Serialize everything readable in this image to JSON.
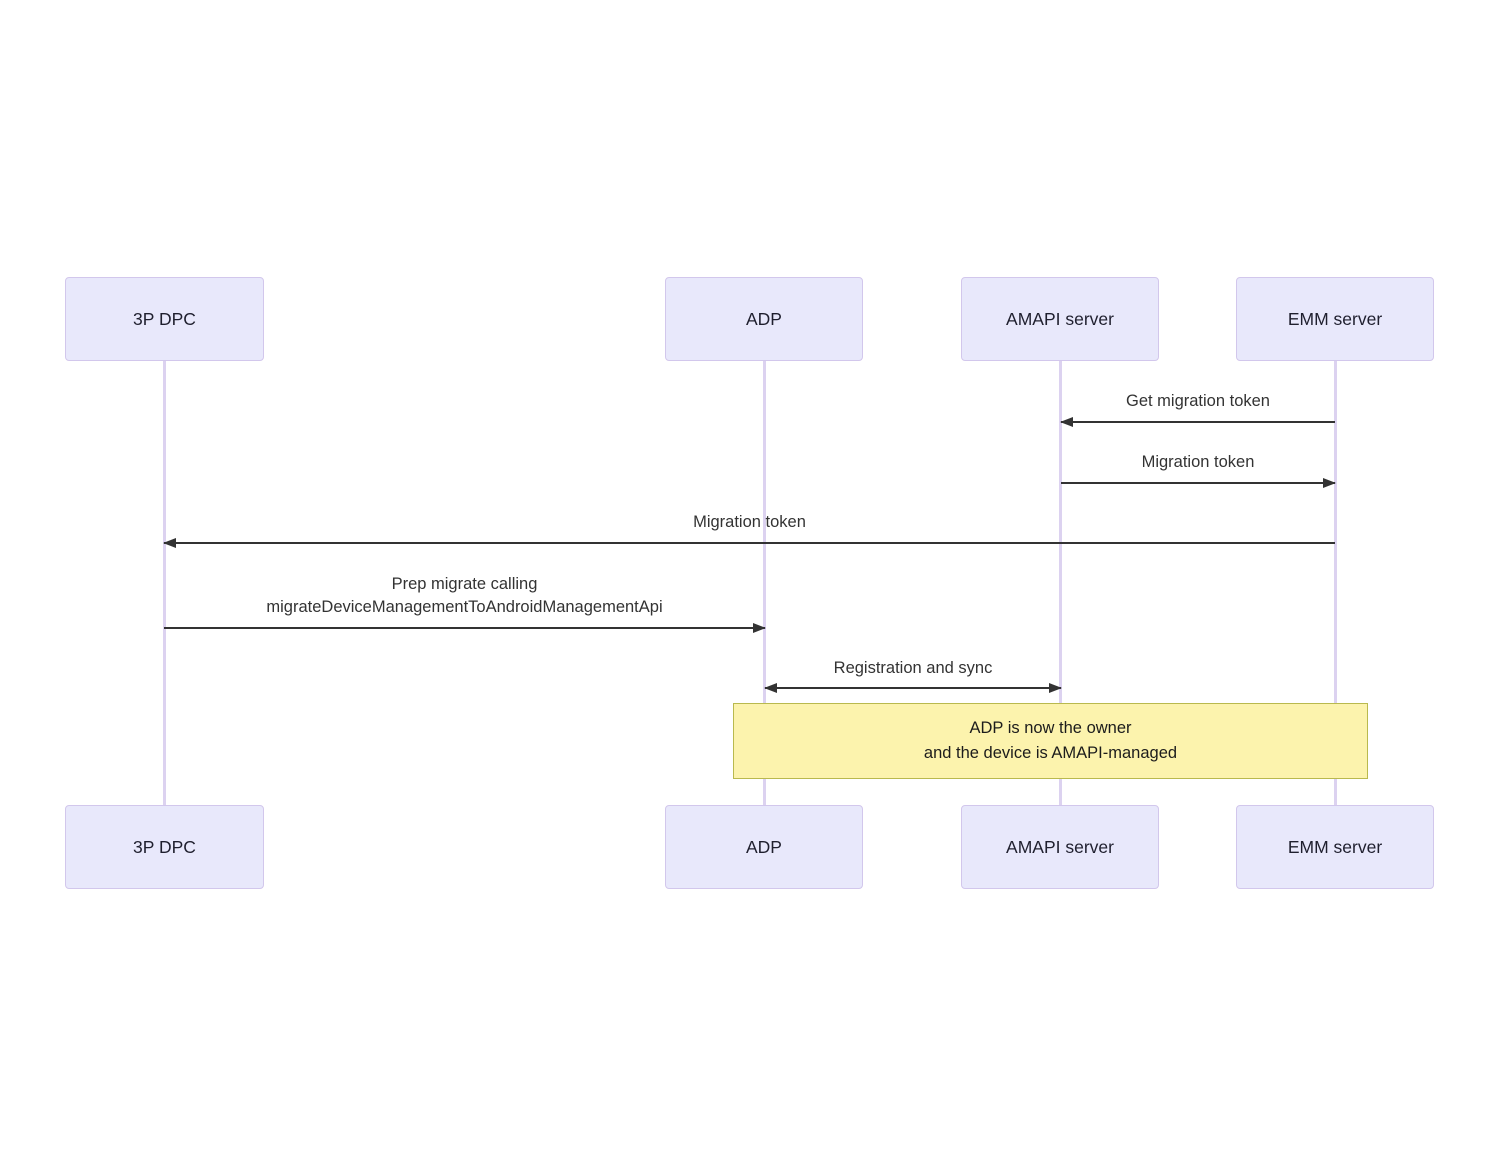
{
  "diagram": {
    "type": "sequence",
    "background": "#ffffff",
    "actors": [
      {
        "id": "3p-dpc",
        "label": "3P DPC"
      },
      {
        "id": "adp",
        "label": "ADP"
      },
      {
        "id": "amapi-server",
        "label": "AMAPI server"
      },
      {
        "id": "emm-server",
        "label": "EMM server"
      }
    ],
    "messages": [
      {
        "from": "EMM server",
        "to": "AMAPI server",
        "direction": "left",
        "label": "Get migration token"
      },
      {
        "from": "AMAPI server",
        "to": "EMM server",
        "direction": "right",
        "label": "Migration token"
      },
      {
        "from": "EMM server",
        "to": "3P DPC",
        "direction": "left",
        "label": "Migration token"
      },
      {
        "from": "3P DPC",
        "to": "ADP",
        "direction": "right",
        "label_line1": "Prep migrate calling",
        "label_line2": "migrateDeviceManagementToAndroidManagementApi"
      },
      {
        "from": "ADP",
        "to": "AMAPI server",
        "direction": "both",
        "label": "Registration and sync"
      }
    ],
    "note": {
      "over": [
        "ADP",
        "EMM server"
      ],
      "line1": "ADP is now the owner",
      "line2": "and the device is AMAPI-managed"
    },
    "colors": {
      "actor_fill": "#e8e8fb",
      "actor_border": "#d2c7ec",
      "lifeline": "#dcd2f0",
      "arrow": "#333333",
      "message_text": "#333333",
      "note_fill": "#fcf3ad",
      "note_border": "#b9b94e"
    }
  }
}
